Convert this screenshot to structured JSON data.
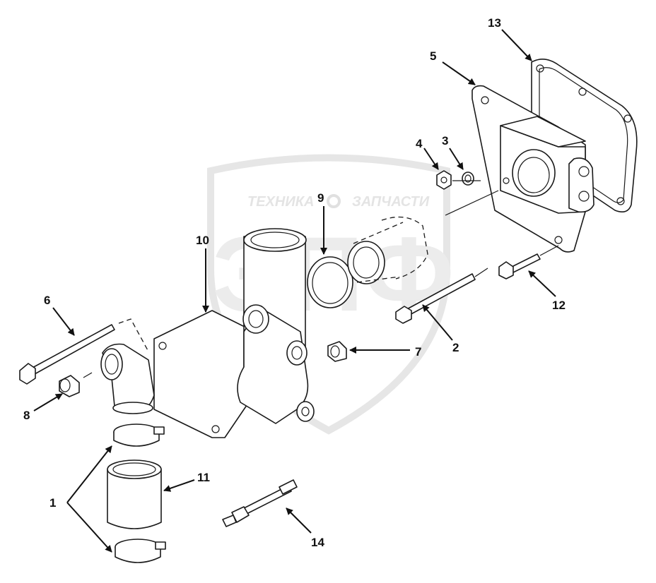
{
  "watermark": {
    "brand_left": "ТЕХНИКА",
    "brand_right": "ЗАПЧАСТИ",
    "monogram": "ЭПФ"
  },
  "callouts": [
    {
      "id": "1",
      "text": "1"
    },
    {
      "id": "2",
      "text": "2"
    },
    {
      "id": "3",
      "text": "3"
    },
    {
      "id": "4",
      "text": "4"
    },
    {
      "id": "5",
      "text": "5"
    },
    {
      "id": "6",
      "text": "6"
    },
    {
      "id": "7",
      "text": "7"
    },
    {
      "id": "8",
      "text": "8"
    },
    {
      "id": "9",
      "text": "9"
    },
    {
      "id": "10",
      "text": "10"
    },
    {
      "id": "11",
      "text": "11"
    },
    {
      "id": "12",
      "text": "12"
    },
    {
      "id": "13",
      "text": "13"
    },
    {
      "id": "14",
      "text": "14"
    }
  ]
}
